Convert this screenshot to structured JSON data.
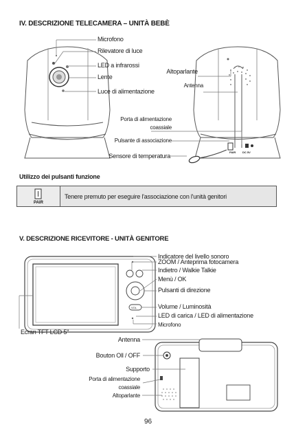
{
  "section1": {
    "title": "IV. DESCRIZIONE TELECAMERA – UNITÀ BEBÈ",
    "labels": {
      "microfono": "Microfono",
      "rilevatore": "Rilevatore di luce",
      "led": "LED a infrarossi",
      "lente": "Lente",
      "luce": "Luce di alimentazione",
      "altoparlante": "Altoparlante",
      "antenna": "Antenna",
      "porta1": "Porta di alimentazione",
      "porta2": "coassiale",
      "pulsante": "Pulsante di associazione",
      "sensore": "Sensore di temperatura",
      "port_pair": "PAIR",
      "port_dc": "DC 5V"
    }
  },
  "buttons_section": {
    "title": "Utilizzo dei pulsanti funzione",
    "icon_label": "PAIR",
    "description": "Tenere premuto per eseguire l'associazione con l'unità genitori"
  },
  "section2": {
    "title": "V. DESCRIZIONE RICEVITORE - UNITÀ GENITORE",
    "labels": {
      "indicatore": "Indicatore del livello sonoro",
      "zoom": "ZOOM / Anteprima fotocamera",
      "indietro": "Indietro / Walkie Talkie",
      "menu": "Menù / OK",
      "direzione": "Pulsanti di direzione",
      "volume": "Volume / Luminosità",
      "ledcarica": "LED di carica / LED di alimentazione",
      "microfono": "Microfono",
      "ecran": "Ecran TFT LCD 5''",
      "antenna": "Antenna",
      "bouton": "Bouton Oll / OFF",
      "supporto": "Supporto",
      "porta1": "Porta di alimentazione",
      "porta2": "coassiale",
      "altoparlante": "Altoparlante",
      "btn_vol": "VOL"
    }
  },
  "page_number": "96"
}
